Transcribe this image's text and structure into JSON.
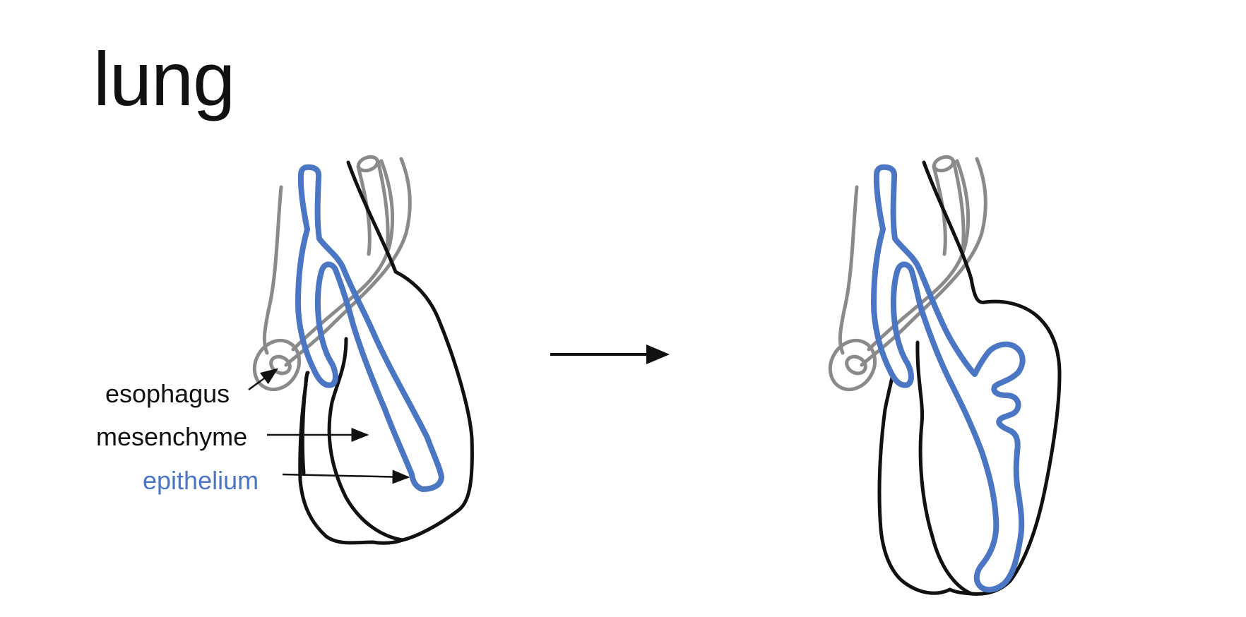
{
  "title": "lung",
  "labels": {
    "esophagus": "esophagus",
    "mesenchyme": "mesenchyme",
    "epithelium": "epithelium"
  },
  "colors": {
    "epithelium": "#4a76c4",
    "esophagus": "#8a8a8a",
    "outline": "#111111"
  }
}
